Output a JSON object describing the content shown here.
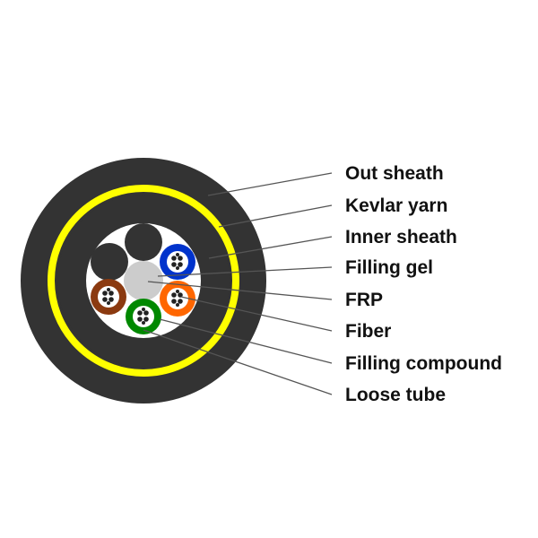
{
  "title": "",
  "colors": {
    "sheath": "#333333",
    "kevlar": "#ffff00",
    "inner_core_bg": "#ffffff",
    "frp": "#cccccc",
    "filler": "#333333",
    "tube_blue": "#0033cc",
    "tube_orange": "#ff6600",
    "tube_green": "#008800",
    "tube_brown": "#8b3a10",
    "leader_line": "#555555",
    "label_text": "#111111"
  },
  "labels": [
    {
      "id": "out-sheath",
      "text": "Out sheath"
    },
    {
      "id": "kevlar-yarn",
      "text": "Kevlar yarn"
    },
    {
      "id": "inner-sheath",
      "text": "Inner sheath"
    },
    {
      "id": "filling-gel",
      "text": "Filling gel"
    },
    {
      "id": "frp",
      "text": "FRP"
    },
    {
      "id": "fiber",
      "text": "Fiber"
    },
    {
      "id": "filling-compound",
      "text": "Filling compound"
    },
    {
      "id": "loose-tube",
      "text": "Loose tube"
    }
  ]
}
